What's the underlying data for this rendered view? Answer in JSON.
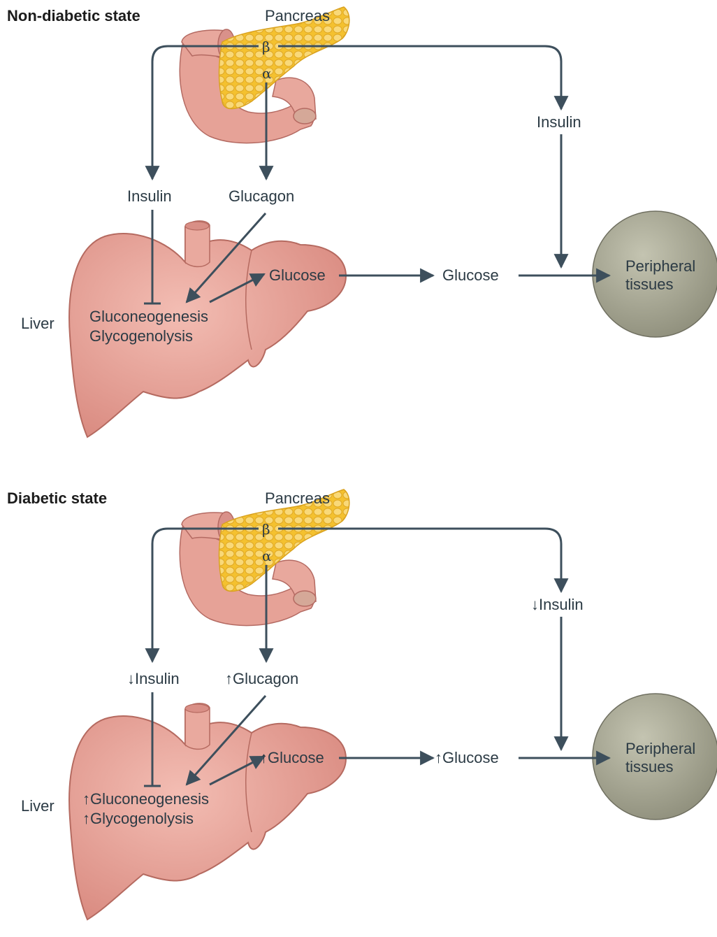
{
  "panels": [
    {
      "title": "Non-diabetic state",
      "pancreas": "Pancreas",
      "beta": "β",
      "alpha": "α",
      "insulin_right": "Insulin",
      "insulin_left": "Insulin",
      "glucagon": "Glucagon",
      "liver_glucose": "Glucose",
      "blood_glucose": "Glucose",
      "peripheral": "Peripheral",
      "tissues": "tissues",
      "liver": "Liver",
      "process1": "Gluconeogenesis",
      "process2": "Glycogenolysis"
    },
    {
      "title": "Diabetic state",
      "pancreas": "Pancreas",
      "beta": "β",
      "alpha": "α",
      "insulin_right": "↓Insulin",
      "insulin_left": "↓Insulin",
      "glucagon": "↑Glucagon",
      "liver_glucose": "↑Glucose",
      "blood_glucose": "↑Glucose",
      "peripheral": "Peripheral",
      "tissues": "tissues",
      "liver": "Liver",
      "process1": "↑Gluconeogenesis",
      "process2": "↑Glycogenolysis"
    }
  ],
  "colors": {
    "arrow": "#3d4f5c",
    "liver_fill": "#e8a49a",
    "liver_stroke": "#b86a62",
    "pancreas_fill": "#f7c842",
    "pancreas_cell": "#f9d97a",
    "stomach_fill": "#e7a69c",
    "tissue_fill": "#a8a894",
    "tissue_stroke": "#6f6f60"
  }
}
